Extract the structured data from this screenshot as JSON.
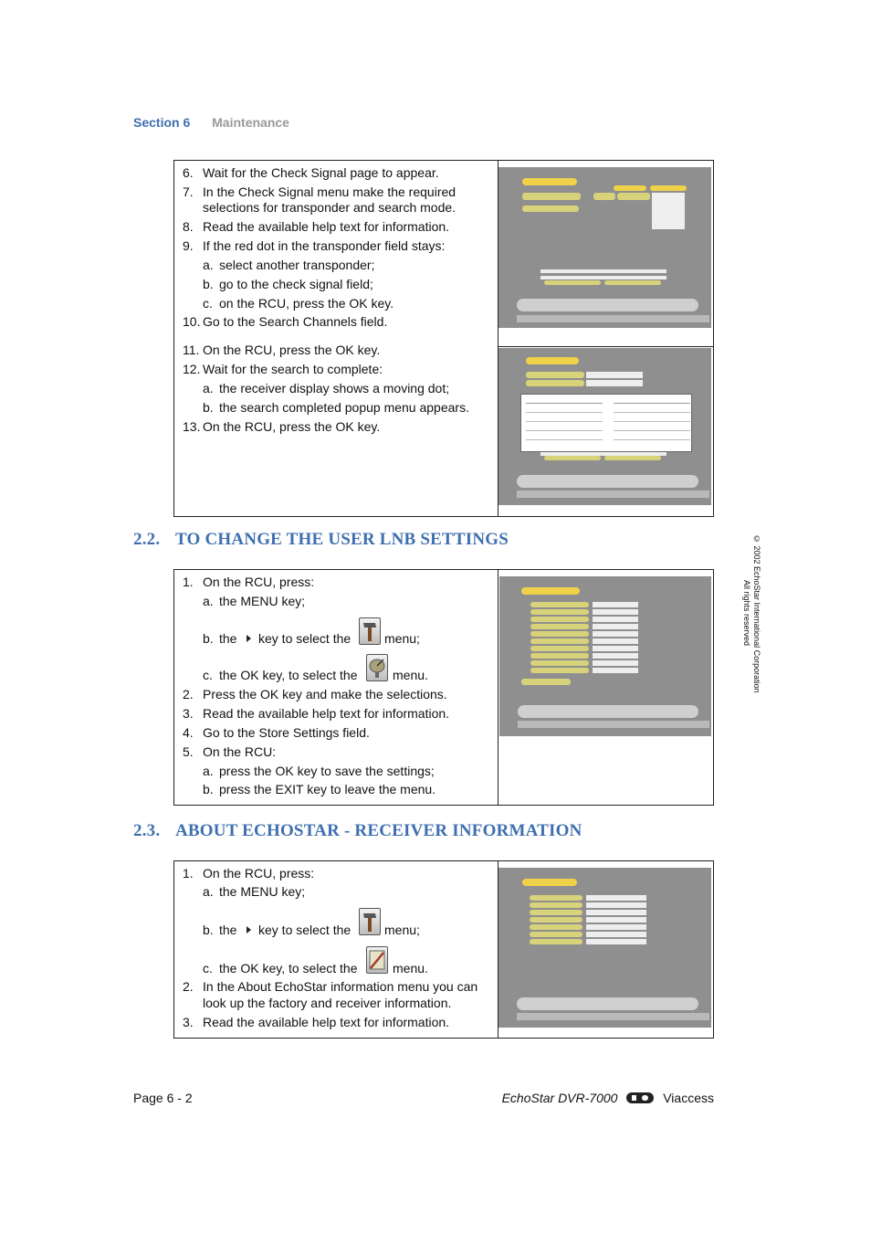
{
  "header": {
    "section": "Section 6",
    "title": "Maintenance"
  },
  "block1": {
    "steps": [
      {
        "n": "6.",
        "t": "Wait for the Check Signal page to appear."
      },
      {
        "n": "7.",
        "t": "In the Check Signal menu make the required"
      },
      {
        "n": "",
        "t": "selections for transponder and search mode."
      },
      {
        "n": "8.",
        "t": "Read the available help text for information."
      },
      {
        "n": "9.",
        "t": "If the red dot in the transponder field stays:"
      },
      {
        "n": "a.",
        "t": "select another transponder;"
      },
      {
        "n": "b.",
        "t": "go to the check signal field;"
      },
      {
        "n": "c.",
        "t": "on the RCU, press the OK key."
      },
      {
        "n": "10.",
        "t": "Go to the Search Channels field."
      },
      {
        "n": "11.",
        "t": "On the RCU, press the OK key."
      },
      {
        "n": "12.",
        "t": "Wait for the search to complete:"
      },
      {
        "n": "a.",
        "t": "the receiver display shows a moving dot;"
      },
      {
        "n": "b.",
        "t": "the search completed popup menu appears."
      },
      {
        "n": "13.",
        "t": "On the RCU, press the OK key."
      }
    ]
  },
  "section22": {
    "number": "2.2.",
    "title": "TO CHANGE THE USER LNB SETTINGS"
  },
  "block2": {
    "steps": [
      {
        "n": "1.",
        "t": "On the RCU, press:"
      },
      {
        "n": "a.",
        "t": "the MENU key;"
      },
      {
        "n": "b.",
        "t": "the",
        "t2": "key to select the",
        "t3": "menu;"
      },
      {
        "n": "c.",
        "t": "the OK key, to select the",
        "t3": "menu."
      },
      {
        "n": "2.",
        "t": "Press the OK key and make the selections."
      },
      {
        "n": "3.",
        "t": "Read the available help text for information."
      },
      {
        "n": "4.",
        "t": "Go to the Store Settings field."
      },
      {
        "n": "5.",
        "t": "On the RCU:"
      },
      {
        "n": "a.",
        "t": "press the OK key to save the settings;"
      },
      {
        "n": "b.",
        "t": "press the EXIT key to leave the menu."
      }
    ]
  },
  "section23": {
    "number": "2.3.",
    "title": "ABOUT ECHOSTAR - RECEIVER INFORMATION"
  },
  "block3": {
    "steps": [
      {
        "n": "1.",
        "t": "On the RCU, press:"
      },
      {
        "n": "a.",
        "t": "the MENU key;"
      },
      {
        "n": "b.",
        "t": "the",
        "t2": "key to select the",
        "t3": "menu;"
      },
      {
        "n": "c.",
        "t": "the OK key, to select the",
        "t3": "menu."
      },
      {
        "n": "2.",
        "t": "In the About EchoStar information menu you can"
      },
      {
        "n": "",
        "t": "look up the factory and receiver information."
      },
      {
        "n": "3.",
        "t": "Read the available help text for information."
      }
    ]
  },
  "icons": {
    "tools": "hammer-icon",
    "dish": "satellite-dish-icon",
    "about": "about-info-icon",
    "arrow": "right-arrow-icon"
  },
  "colors": {
    "heading": "#3f6fb0",
    "section_label": "#3f6fb0",
    "section_title": "#9a9a9a",
    "screen_bg": "#8f8f8f"
  },
  "footer": {
    "page": "Page 6 - 2",
    "product": "EchoStar DVR-7000",
    "brand": "Viaccess"
  },
  "copyright": {
    "line1": "© 2002 EchoStar International Corporation",
    "line2": "All rights reserved"
  }
}
